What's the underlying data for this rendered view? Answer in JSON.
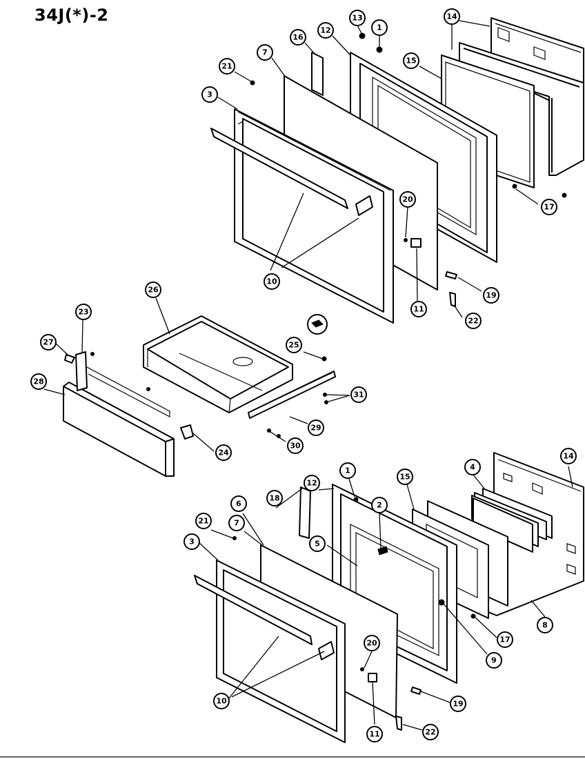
{
  "title": "34J(*)-2",
  "callouts": [
    {
      "id": "c13",
      "label": "13"
    },
    {
      "id": "c1a",
      "label": "1"
    },
    {
      "id": "c14a",
      "label": "14"
    },
    {
      "id": "c16a",
      "label": "16"
    },
    {
      "id": "c12a",
      "label": "12"
    },
    {
      "id": "c7a",
      "label": "7"
    },
    {
      "id": "c21a",
      "label": "21"
    },
    {
      "id": "c15a",
      "label": "15"
    },
    {
      "id": "c3a",
      "label": "3"
    },
    {
      "id": "c20a",
      "label": "20"
    },
    {
      "id": "c17a",
      "label": "17"
    },
    {
      "id": "c10a",
      "label": "10"
    },
    {
      "id": "c11a",
      "label": "11"
    },
    {
      "id": "c19a",
      "label": "19"
    },
    {
      "id": "c22a",
      "label": "22"
    },
    {
      "id": "c26",
      "label": "26"
    },
    {
      "id": "c23",
      "label": "23"
    },
    {
      "id": "c27",
      "label": "27"
    },
    {
      "id": "c28",
      "label": "28"
    },
    {
      "id": "c25",
      "label": "25"
    },
    {
      "id": "c31",
      "label": "31"
    },
    {
      "id": "c29",
      "label": "29"
    },
    {
      "id": "c30",
      "label": "30"
    },
    {
      "id": "c24",
      "label": "24"
    },
    {
      "id": "c1b",
      "label": "1"
    },
    {
      "id": "c15b",
      "label": "15"
    },
    {
      "id": "c4",
      "label": "4"
    },
    {
      "id": "c14b",
      "label": "14"
    },
    {
      "id": "c18b",
      "label": "18"
    },
    {
      "id": "c12b",
      "label": "12"
    },
    {
      "id": "c6",
      "label": "6"
    },
    {
      "id": "c2",
      "label": "2"
    },
    {
      "id": "c21b",
      "label": "21"
    },
    {
      "id": "c7b",
      "label": "7"
    },
    {
      "id": "c3b",
      "label": "3"
    },
    {
      "id": "c5",
      "label": "5"
    },
    {
      "id": "c8",
      "label": "8"
    },
    {
      "id": "c17b",
      "label": "17"
    },
    {
      "id": "c9",
      "label": "9"
    },
    {
      "id": "c20b",
      "label": "20"
    },
    {
      "id": "c19b",
      "label": "19"
    },
    {
      "id": "c10b",
      "label": "10"
    },
    {
      "id": "c11b",
      "label": "11"
    },
    {
      "id": "c22b",
      "label": "22"
    }
  ]
}
